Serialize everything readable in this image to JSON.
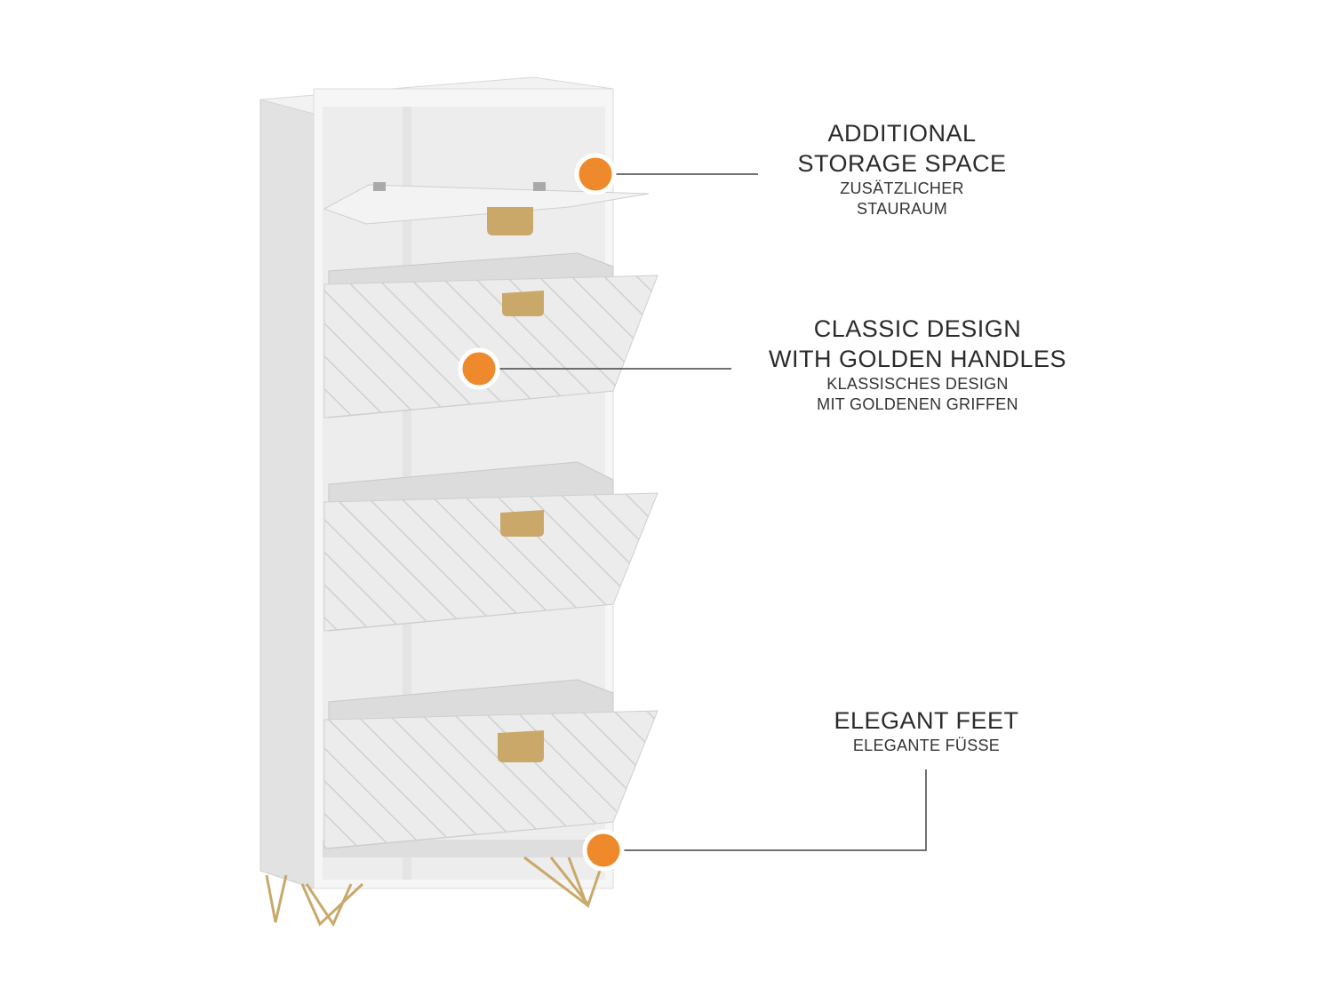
{
  "colors": {
    "accent_dot": "#ee8a2b",
    "gold": "#c9a86a",
    "cabinet": "#e8e8e8",
    "line": "#444444"
  },
  "callouts": {
    "storage": {
      "title_line1": "ADDITIONAL",
      "title_line2": "STORAGE SPACE",
      "sub_line1": "ZUSÄTZLICHER",
      "sub_line2": "STAURAUM"
    },
    "design": {
      "title_line1": "CLASSIC DESIGN",
      "title_line2": "WITH GOLDEN HANDLES",
      "sub_line1": "KLASSISCHES DESIGN",
      "sub_line2": "MIT GOLDENEN GRIFFEN"
    },
    "feet": {
      "title_line1": "ELEGANT FEET",
      "sub_line1": "ELEGANTE FÜSSE"
    }
  }
}
